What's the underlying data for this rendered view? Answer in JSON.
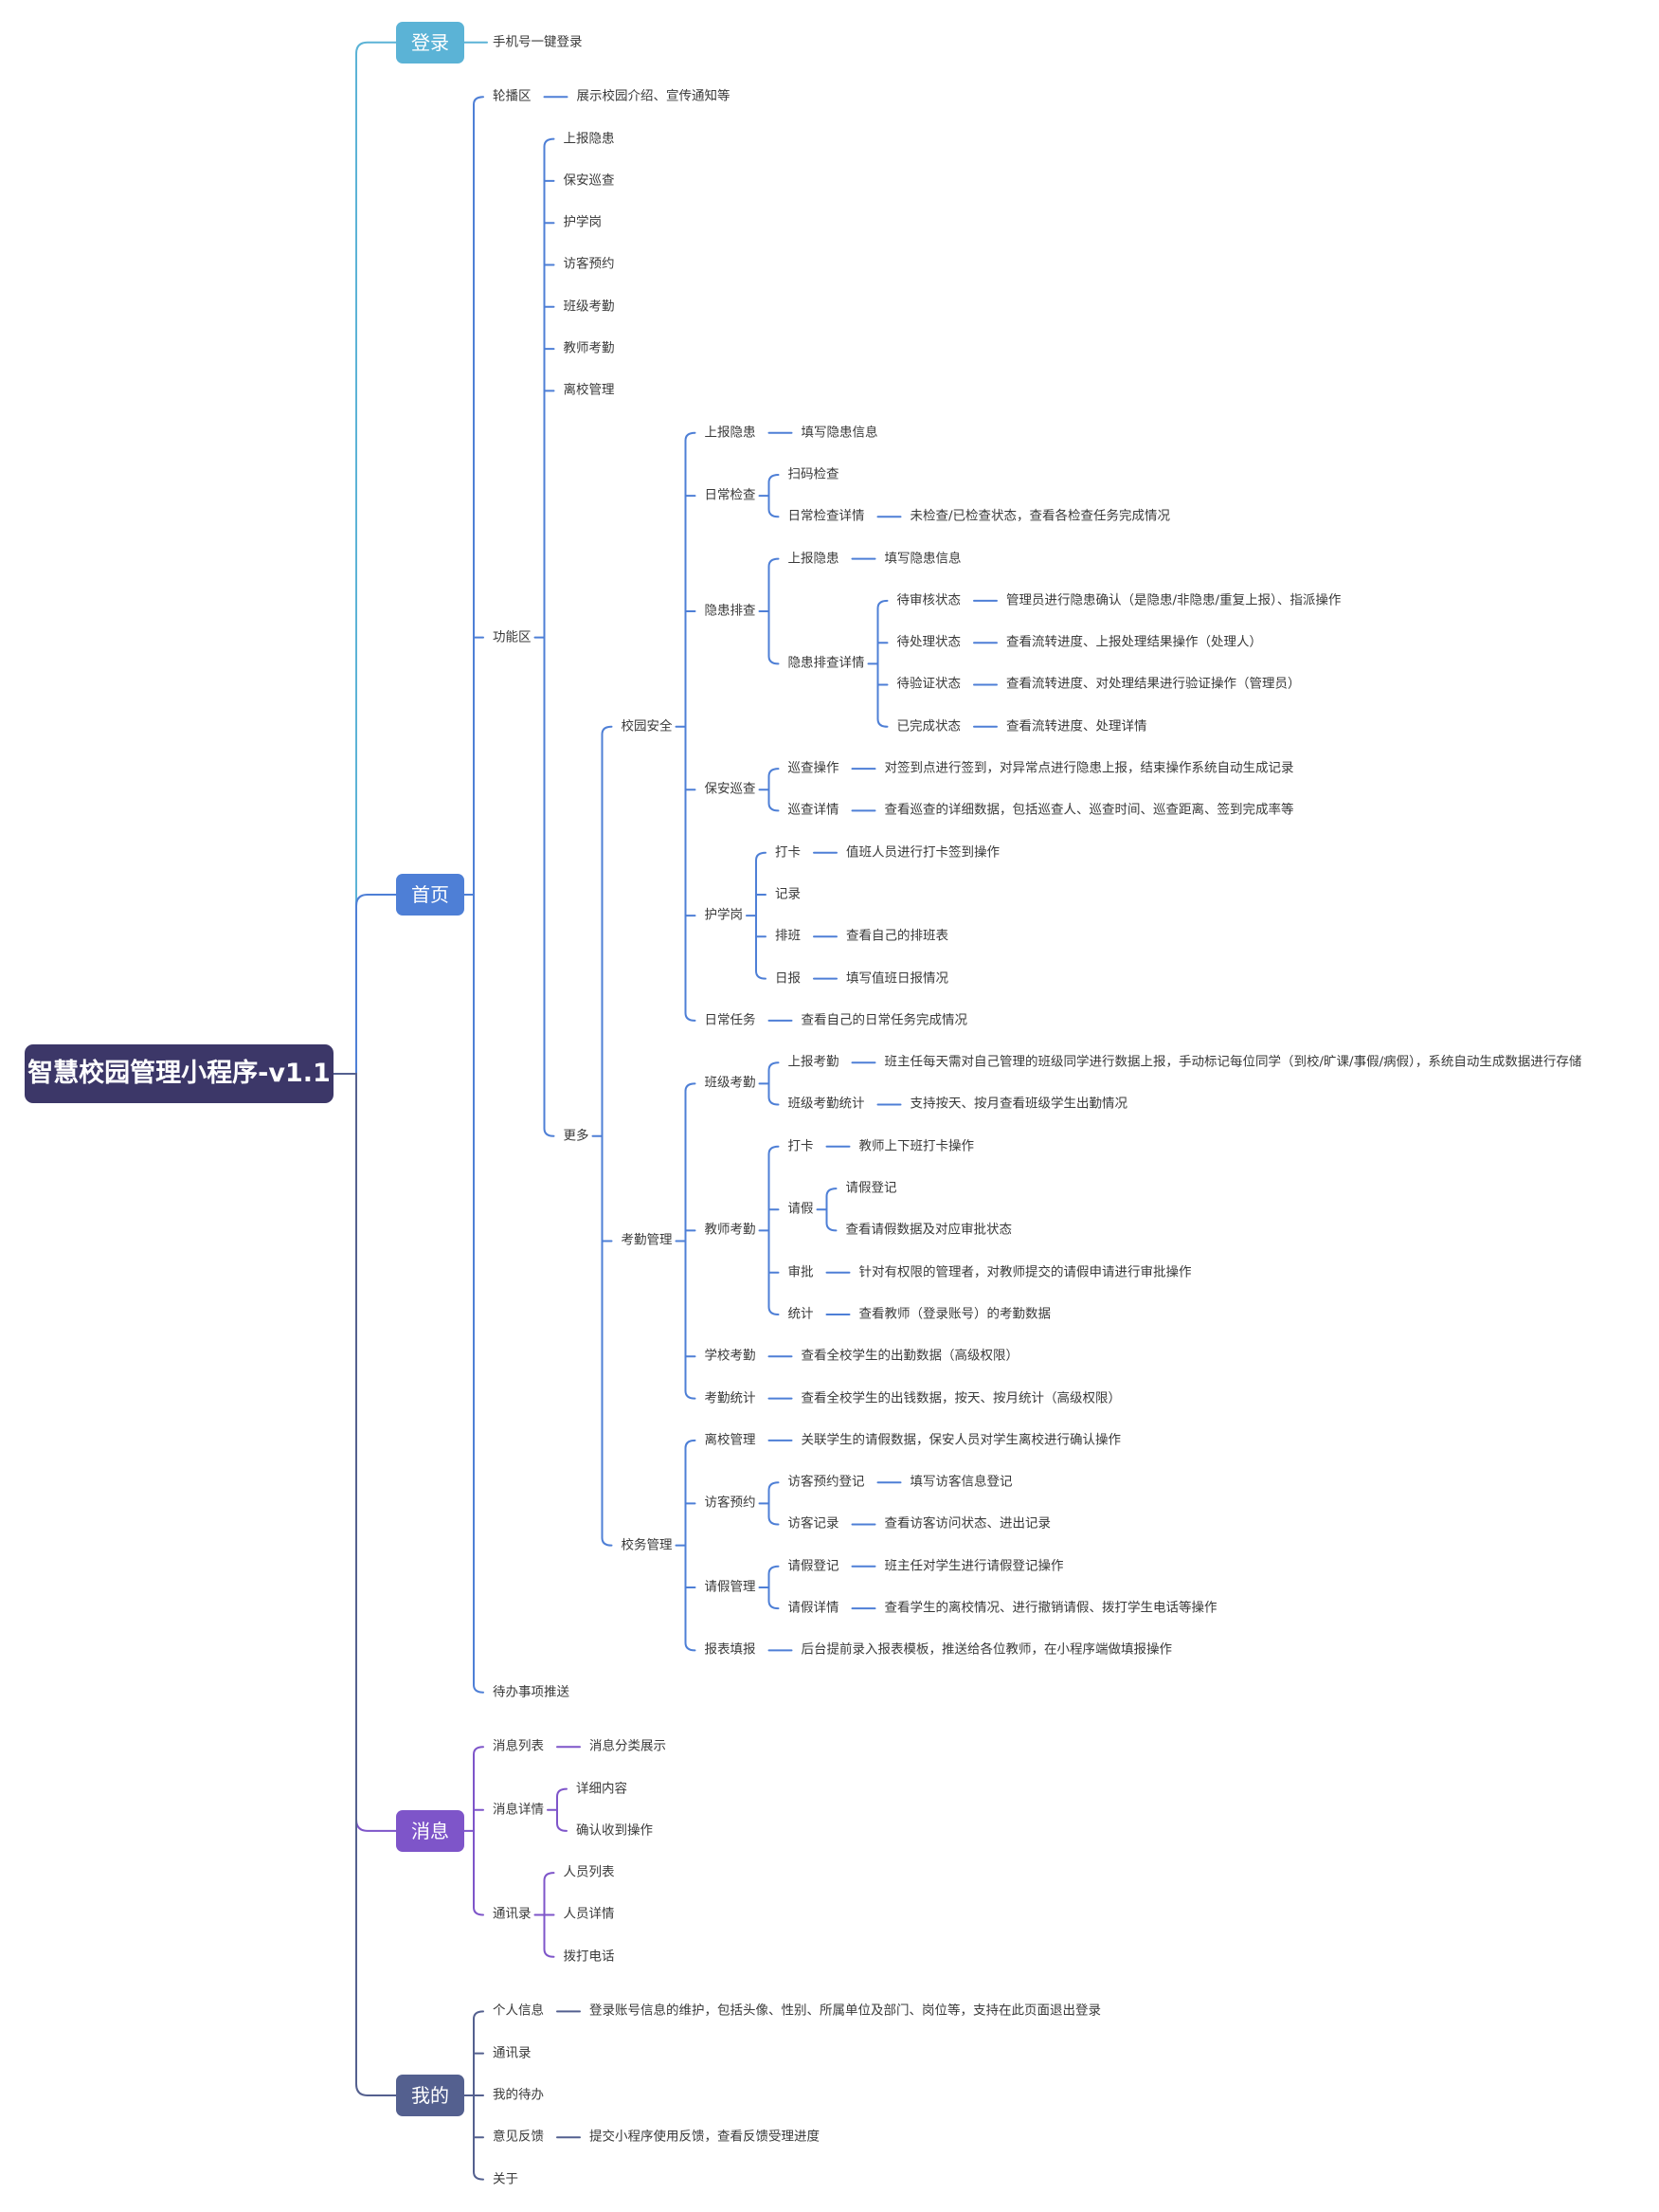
{
  "mindmap": {
    "root": "智慧校园管理小程序-v1.1",
    "branches": [
      {
        "label": "登录",
        "color": "#5bb3d6",
        "children": [
          {
            "label": "手机号一键登录"
          }
        ]
      },
      {
        "label": "首页",
        "color": "#4e7fd6",
        "children": [
          {
            "label": "轮播区",
            "desc": "展示校园介绍、宣传通知等"
          },
          {
            "label": "功能区",
            "children": [
              {
                "label": "上报隐患"
              },
              {
                "label": "保安巡查"
              },
              {
                "label": "护学岗"
              },
              {
                "label": "访客预约"
              },
              {
                "label": "班级考勤"
              },
              {
                "label": "教师考勤"
              },
              {
                "label": "离校管理"
              },
              {
                "label": "更多",
                "children": [
                  {
                    "label": "校园安全",
                    "children": [
                      {
                        "label": "上报隐患",
                        "desc": "填写隐患信息"
                      },
                      {
                        "label": "日常检查",
                        "children": [
                          {
                            "label": "扫码检查"
                          },
                          {
                            "label": "日常检查详情",
                            "desc": "未检查/已检查状态，查看各检查任务完成情况"
                          }
                        ]
                      },
                      {
                        "label": "隐患排查",
                        "children": [
                          {
                            "label": "上报隐患",
                            "desc": "填写隐患信息"
                          },
                          {
                            "label": "隐患排查详情",
                            "children": [
                              {
                                "label": "待审核状态",
                                "desc": "管理员进行隐患确认（是隐患/非隐患/重复上报）、指派操作"
                              },
                              {
                                "label": "待处理状态",
                                "desc": "查看流转进度、上报处理结果操作（处理人）"
                              },
                              {
                                "label": "待验证状态",
                                "desc": "查看流转进度、对处理结果进行验证操作（管理员）"
                              },
                              {
                                "label": "已完成状态",
                                "desc": "查看流转进度、处理详情"
                              }
                            ]
                          }
                        ]
                      },
                      {
                        "label": "保安巡查",
                        "children": [
                          {
                            "label": "巡查操作",
                            "desc": "对签到点进行签到，对异常点进行隐患上报，结束操作系统自动生成记录"
                          },
                          {
                            "label": "巡查详情",
                            "desc": "查看巡查的详细数据，包括巡查人、巡查时间、巡查距离、签到完成率等"
                          }
                        ]
                      },
                      {
                        "label": "护学岗",
                        "children": [
                          {
                            "label": "打卡",
                            "desc": "值班人员进行打卡签到操作"
                          },
                          {
                            "label": "记录"
                          },
                          {
                            "label": "排班",
                            "desc": "查看自己的排班表"
                          },
                          {
                            "label": "日报",
                            "desc": "填写值班日报情况"
                          }
                        ]
                      },
                      {
                        "label": "日常任务",
                        "desc": "查看自己的日常任务完成情况"
                      }
                    ]
                  },
                  {
                    "label": "考勤管理",
                    "children": [
                      {
                        "label": "班级考勤",
                        "children": [
                          {
                            "label": "上报考勤",
                            "desc": "班主任每天需对自己管理的班级同学进行数据上报，手动标记每位同学（到校/旷课/事假/病假），系统自动生成数据进行存储"
                          },
                          {
                            "label": "班级考勤统计",
                            "desc": "支持按天、按月查看班级学生出勤情况"
                          }
                        ]
                      },
                      {
                        "label": "教师考勤",
                        "children": [
                          {
                            "label": "打卡",
                            "desc": "教师上下班打卡操作"
                          },
                          {
                            "label": "请假",
                            "children": [
                              {
                                "label": "请假登记"
                              },
                              {
                                "label": "查看请假数据及对应审批状态"
                              }
                            ]
                          },
                          {
                            "label": "审批",
                            "desc": "针对有权限的管理者，对教师提交的请假申请进行审批操作"
                          },
                          {
                            "label": "统计",
                            "desc": "查看教师（登录账号）的考勤数据"
                          }
                        ]
                      },
                      {
                        "label": "学校考勤",
                        "desc": "查看全校学生的出勤数据（高级权限）"
                      },
                      {
                        "label": "考勤统计",
                        "desc": "查看全校学生的出钱数据，按天、按月统计（高级权限）"
                      }
                    ]
                  },
                  {
                    "label": "校务管理",
                    "children": [
                      {
                        "label": "离校管理",
                        "desc": "关联学生的请假数据，保安人员对学生离校进行确认操作"
                      },
                      {
                        "label": "访客预约",
                        "children": [
                          {
                            "label": "访客预约登记",
                            "desc": "填写访客信息登记"
                          },
                          {
                            "label": "访客记录",
                            "desc": "查看访客访问状态、进出记录"
                          }
                        ]
                      },
                      {
                        "label": "请假管理",
                        "children": [
                          {
                            "label": "请假登记",
                            "desc": "班主任对学生进行请假登记操作"
                          },
                          {
                            "label": "请假详情",
                            "desc": "查看学生的离校情况、进行撤销请假、拨打学生电话等操作"
                          }
                        ]
                      },
                      {
                        "label": "报表填报",
                        "desc": "后台提前录入报表模板，推送给各位教师，在小程序端做填报操作"
                      }
                    ]
                  }
                ]
              }
            ]
          },
          {
            "label": "待办事项推送"
          }
        ]
      },
      {
        "label": "消息",
        "color": "#7e55c9",
        "children": [
          {
            "label": "消息列表",
            "desc": "消息分类展示"
          },
          {
            "label": "消息详情",
            "children": [
              {
                "label": "详细内容"
              },
              {
                "label": "确认收到操作"
              }
            ]
          },
          {
            "label": "通讯录",
            "children": [
              {
                "label": "人员列表"
              },
              {
                "label": "人员详情"
              },
              {
                "label": "拨打电话"
              }
            ]
          }
        ]
      },
      {
        "label": "我的",
        "color": "#54608f",
        "children": [
          {
            "label": "个人信息",
            "desc": "登录账号信息的维护，包括头像、性别、所属单位及部门、岗位等，支持在此页面退出登录"
          },
          {
            "label": "通讯录"
          },
          {
            "label": "我的待办"
          },
          {
            "label": "意见反馈",
            "desc": "提交小程序使用反馈，查看反馈受理进度"
          },
          {
            "label": "关于"
          }
        ]
      }
    ]
  }
}
